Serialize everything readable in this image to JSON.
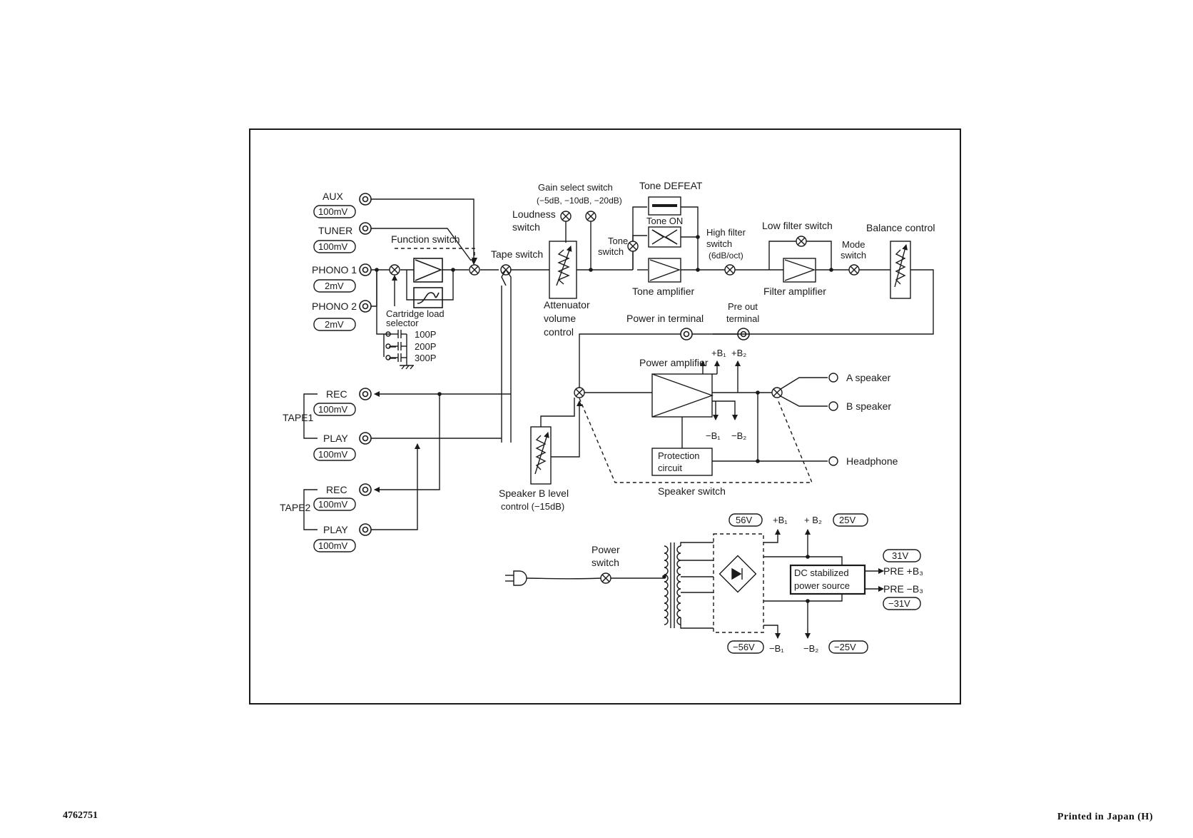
{
  "inputs": {
    "aux": {
      "label": "AUX",
      "level": "100mV"
    },
    "tuner": {
      "label": "TUNER",
      "level": "100mV"
    },
    "phono1": {
      "label": "PHONO 1",
      "level": "2mV"
    },
    "phono2": {
      "label": "PHONO 2",
      "level": "2mV"
    }
  },
  "tape1": {
    "label": "TAPE1",
    "rec": "REC",
    "rec_level": "100mV",
    "play": "PLAY",
    "play_level": "100mV"
  },
  "tape2": {
    "label": "TAPE2",
    "rec": "REC",
    "rec_level": "100mV",
    "play": "PLAY",
    "play_level": "100mV"
  },
  "labels": {
    "function_switch": "Function switch",
    "tape_switch": "Tape switch",
    "cartridge_load_1": "Cartridge load",
    "cartridge_load_2": "selector",
    "cap_100": "100P",
    "cap_200": "200P",
    "cap_300": "300P",
    "gain_select_1": "Gain select switch",
    "gain_select_2": "(−5dB, −10dB, −20dB)",
    "loudness_1": "Loudness",
    "loudness_2": "switch",
    "attenuator_1": "Attenuator",
    "attenuator_2": "volume",
    "attenuator_3": "control",
    "tone_defeat": "Tone DEFEAT",
    "tone_on": "Tone ON",
    "tone_switch_1": "Tone",
    "tone_switch_2": "switch",
    "tone_amplifier": "Tone amplifier",
    "high_filter_1": "High filter",
    "high_filter_2": "switch",
    "high_filter_3": "(6dB/oct)",
    "low_filter": "Low filter switch",
    "filter_amplifier": "Filter amplifier",
    "mode_switch_1": "Mode",
    "mode_switch_2": "switch",
    "balance_control": "Balance control",
    "power_in_terminal": "Power in terminal",
    "pre_out_1": "Pre out",
    "pre_out_2": "terminal",
    "power_amplifier": "Power amplifier",
    "plus_b1": "+B₁",
    "plus_b2": "+B₂",
    "minus_b1": "−B₁",
    "minus_b2": "−B₂",
    "protection_1": "Protection",
    "protection_2": "circuit",
    "a_speaker": "A speaker",
    "b_speaker": "B speaker",
    "headphone": "Headphone",
    "speaker_switch": "Speaker switch",
    "speaker_b_1": "Speaker B level",
    "speaker_b_2": "control (−15dB)",
    "power_switch_1": "Power",
    "power_switch_2": "switch",
    "dc_stabilized_1": "DC stabilized",
    "dc_stabilized_2": "power source",
    "pre_plus_b3": "PRE +B₃",
    "pre_minus_b3": "PRE −B₃"
  },
  "voltages": {
    "v56": "56V",
    "v25": "25V",
    "v31": "31V",
    "v_31": "−31V",
    "v_56": "−56V",
    "v_25": "−25V",
    "plus_b1": "+B₁",
    "plus_b2": "+ B₂",
    "minus_b1": "−B₁",
    "minus_b2": "−B₂"
  },
  "footer": {
    "doc_number": "4762751",
    "printed_in": "Printed in Japan (H)"
  }
}
